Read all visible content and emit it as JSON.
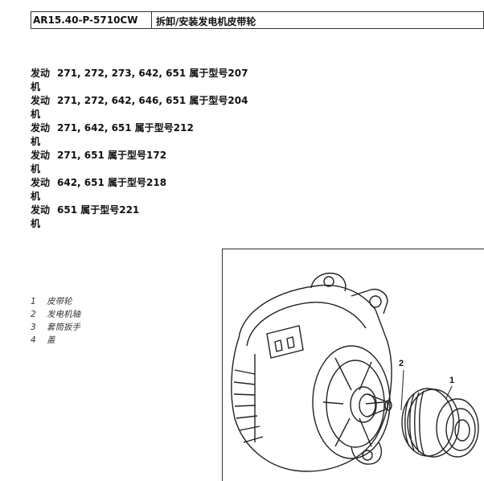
{
  "header": {
    "code": "AR15.40-P-5710CW",
    "title": "拆卸/安装发电机皮带轮"
  },
  "engines": [
    {
      "label": "发动机",
      "value": "271, 272, 273, 642, 651 属于型号207"
    },
    {
      "label": "发动机",
      "value": "271, 272, 642, 646, 651 属于型号204"
    },
    {
      "label": "发动机",
      "value": "271, 642, 651 属于型号212"
    },
    {
      "label": "发动机",
      "value": "271, 651 属于型号172"
    },
    {
      "label": "发动机",
      "value": "642, 651 属于型号218"
    },
    {
      "label": "发动机",
      "value": "651 属于型号221"
    }
  ],
  "legend": [
    {
      "num": "1",
      "text": "皮带轮"
    },
    {
      "num": "2",
      "text": "发电机轴"
    },
    {
      "num": "3",
      "text": "套筒扳手"
    },
    {
      "num": "4",
      "text": "盖"
    }
  ],
  "figure": {
    "callout_1": "1",
    "callout_2": "2"
  }
}
